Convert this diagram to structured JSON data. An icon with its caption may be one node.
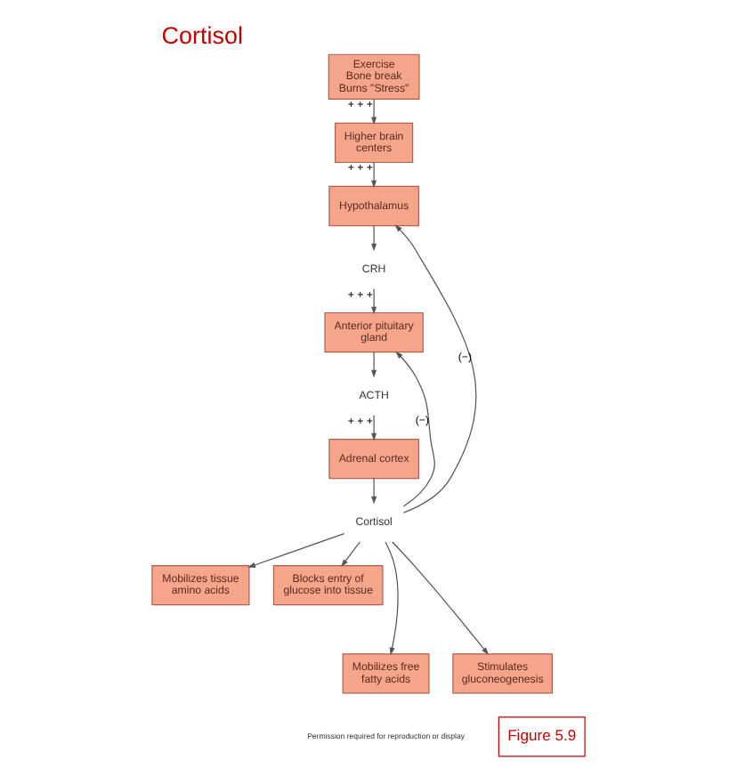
{
  "diagram": {
    "title": "Cortisol",
    "nodes": [
      {
        "text": [
          "Exercise Bone break Burns \"Stress\""
        ]
      },
      {
        "text": [
          "Higher brain centers"
        ]
      },
      {
        "text": [
          "Hypothalamus"
        ]
      },
      {
        "text": [
          "CRH"
        ]
      },
      {
        "text": [
          "Anterior pituitary gland"
        ]
      },
      {
        "text": [
          "ACTH"
        ]
      },
      {
        "text": [
          "Adrenal cortex"
        ]
      },
      {
        "text": [
          "Cortisol"
        ]
      },
      {
        "text": [
          "Mobilizes tissue amino acids"
        ]
      },
      {
        "text": [
          "Blocks entry of glucose into tissue"
        ]
      },
      {
        "text": [
          "Mobilizes free fatty acids"
        ]
      },
      {
        "text": [
          "Stimulates gluconeogenesis"
        ]
      }
    ],
    "edges": [
      {
        "from": 0,
        "to": 1,
        "arrow": "to",
        "label": "+ + +"
      },
      {
        "from": 1,
        "to": 2,
        "arrow": "to",
        "label": "+ + +"
      },
      {
        "from": 2,
        "to": 3,
        "arrow": "to"
      },
      {
        "from": 3,
        "to": 4,
        "arrow": "to",
        "label": "+ + +"
      },
      {
        "from": 4,
        "to": 5,
        "arrow": "to"
      },
      {
        "from": 5,
        "to": 6,
        "arrow": "to",
        "label": "+ + +"
      },
      {
        "from": 6,
        "to": 7,
        "arrow": "to"
      },
      {
        "from": 7,
        "to": 2,
        "arrow": "to",
        "label": "(−)"
      },
      {
        "from": 7,
        "to": 4,
        "arrow": "to",
        "label": "(−)"
      },
      {
        "from": 7,
        "to": 8,
        "arrow": "to"
      },
      {
        "from": 7,
        "to": 10,
        "arrow": "to"
      },
      {
        "from": 7,
        "to": 11,
        "arrow": "to"
      },
      {
        "from": 7,
        "to": 9,
        "arrow": "to"
      }
    ],
    "labels": [
      "Permission required for reproduction or display",
      "Figure 5.9"
    ]
  }
}
